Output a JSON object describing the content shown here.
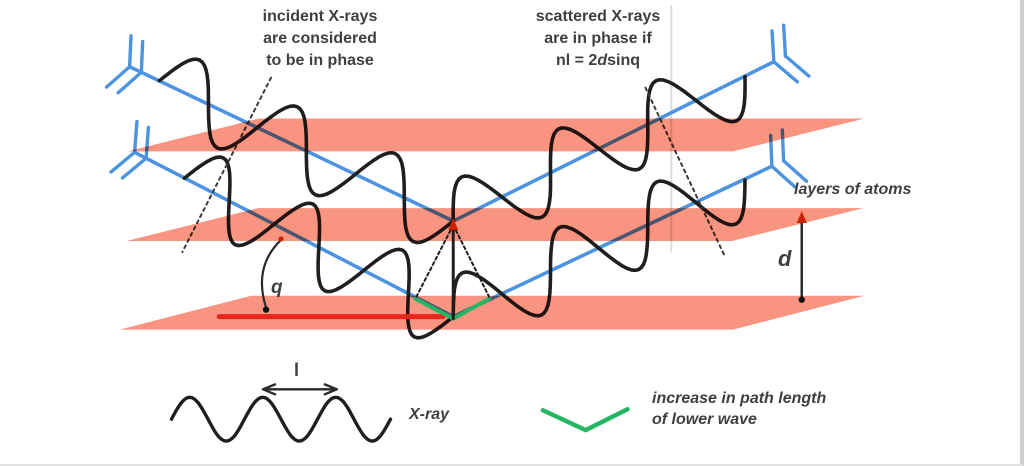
{
  "colors": {
    "layer": "#f89480",
    "ray": "#4d93e0",
    "wave": "#1f1f1f",
    "green": "#25b565",
    "red_line": "#e8251a",
    "red_tip": "#cc2200",
    "dotted": "#3a3a3a",
    "measure": "#2a2a2a",
    "separator": "#dcdcdc",
    "text": "#3f3f3f"
  },
  "labels": {
    "incident_line1": "incident X-rays",
    "incident_line2": "are considered",
    "incident_line3": "to be in phase",
    "scattered_line1": "scattered X-rays",
    "scattered_line2": "are in phase if",
    "formula_pre": "nl = 2",
    "formula_d": "d",
    "formula_post": "sinq",
    "layers": "layers of atoms",
    "d": "d",
    "theta": "q",
    "lambda": "l",
    "xray": "X-ray",
    "legend_line1": "increase in path length",
    "legend_line2": "of lower wave"
  }
}
